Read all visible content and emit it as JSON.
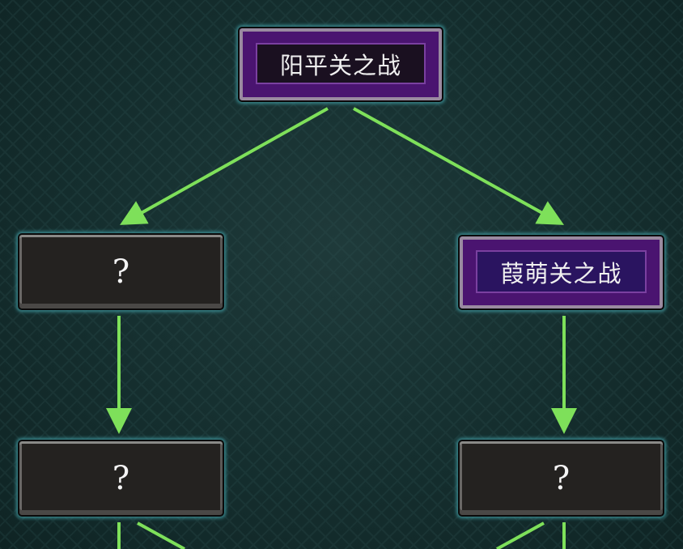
{
  "nodes": {
    "top": {
      "label": "阳平关之战",
      "state": "unlocked"
    },
    "left1": {
      "label": "?",
      "state": "locked"
    },
    "right1": {
      "label": "葭萌关之战",
      "state": "unlocked"
    },
    "left2": {
      "label": "?",
      "state": "locked"
    },
    "right2": {
      "label": "?",
      "state": "locked"
    }
  },
  "colors": {
    "arrow": "#7ee05a",
    "unlocked": "#4a1470",
    "locked": "#242220",
    "glow": "#3a8a90"
  }
}
